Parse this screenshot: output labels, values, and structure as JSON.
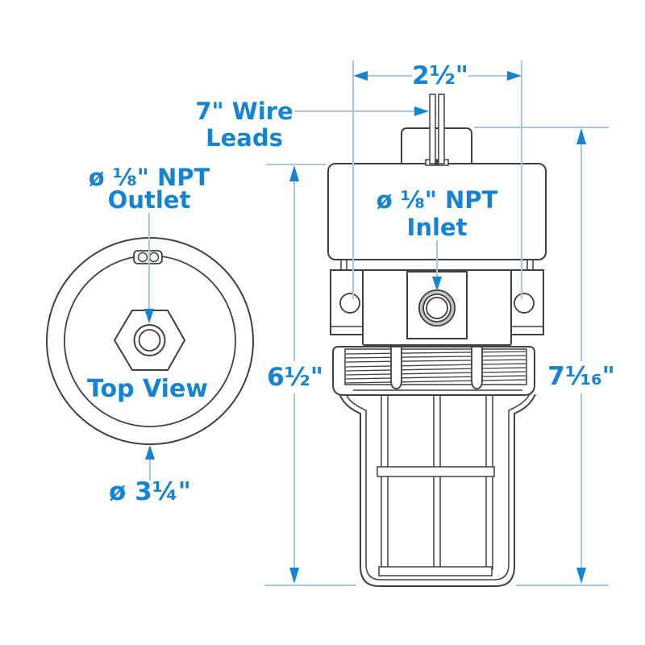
{
  "diagram_title": "Pump strainer dimension drawing",
  "colors": {
    "accent": "#1683d1",
    "leader_line": "#a9c7e2",
    "outline": "#3e4041"
  },
  "labels": {
    "wire_leads": {
      "line1": "7\" Wire",
      "line2": "Leads"
    },
    "outlet": {
      "line1": "ø ⅛\" NPT",
      "line2": "Outlet"
    },
    "inlet": {
      "line1": "ø ⅛\" NPT",
      "line2": "Inlet"
    },
    "top_view": "Top View"
  },
  "dimensions": {
    "width_across_mounts": "2½\"",
    "body_height": "6½\"",
    "total_height": "7¹⁄₁₆\"",
    "top_view_diameter": "ø 3¼\""
  }
}
